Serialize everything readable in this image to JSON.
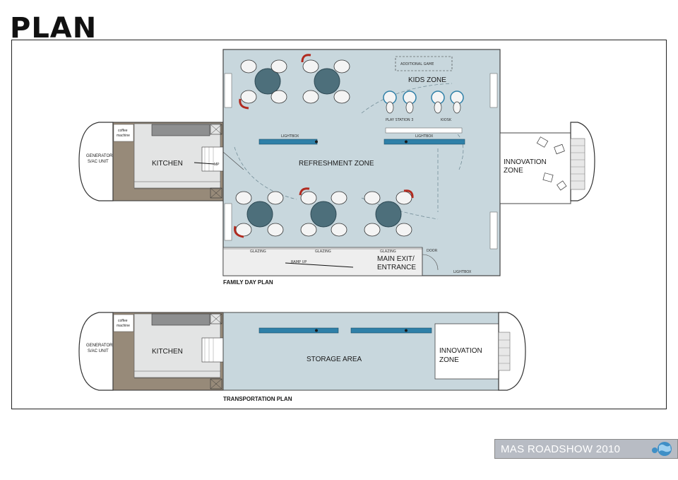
{
  "title": "PLAN",
  "family_day_plan": {
    "caption": "FAMILY DAY PLAN",
    "zones": {
      "kitchen": "KITCHEN",
      "refreshment": "REFRESHMENT ZONE",
      "kids": "KIDS ZONE",
      "innovation_line1": "INNOVATION",
      "innovation_line2": "ZONE",
      "main_exit_line1": "MAIN EXIT/",
      "main_exit_line2": "ENTRANCE"
    },
    "small_labels": {
      "generator_line1": "GENERATOR",
      "generator_line2": "S/AC UNIT",
      "coffee_line1": "coffee",
      "coffee_line2": "machine",
      "lightbox": "LIGHTBOX",
      "glazing": "GLAZING",
      "ramp_up": "RAMP UP",
      "door": "DOOR",
      "play_station": "PLAY STATION 3",
      "kiosk": "KIOSK",
      "mp": "MP",
      "additional_game": "ADDITIONAL GAME"
    }
  },
  "transportation_plan": {
    "caption": "TRANSPORTATION PLAN",
    "zones": {
      "kitchen": "KITCHEN",
      "storage": "STORAGE AREA",
      "innovation_line1": "INNOVATION",
      "innovation_line2": "ZONE"
    },
    "small_labels": {
      "generator_line1": "GENERATOR",
      "generator_line2": "S/AC UNIT",
      "coffee_line1": "coffee",
      "coffee_line2": "machine"
    }
  },
  "footer": {
    "banner": "MAS ROADSHOW 2010"
  }
}
